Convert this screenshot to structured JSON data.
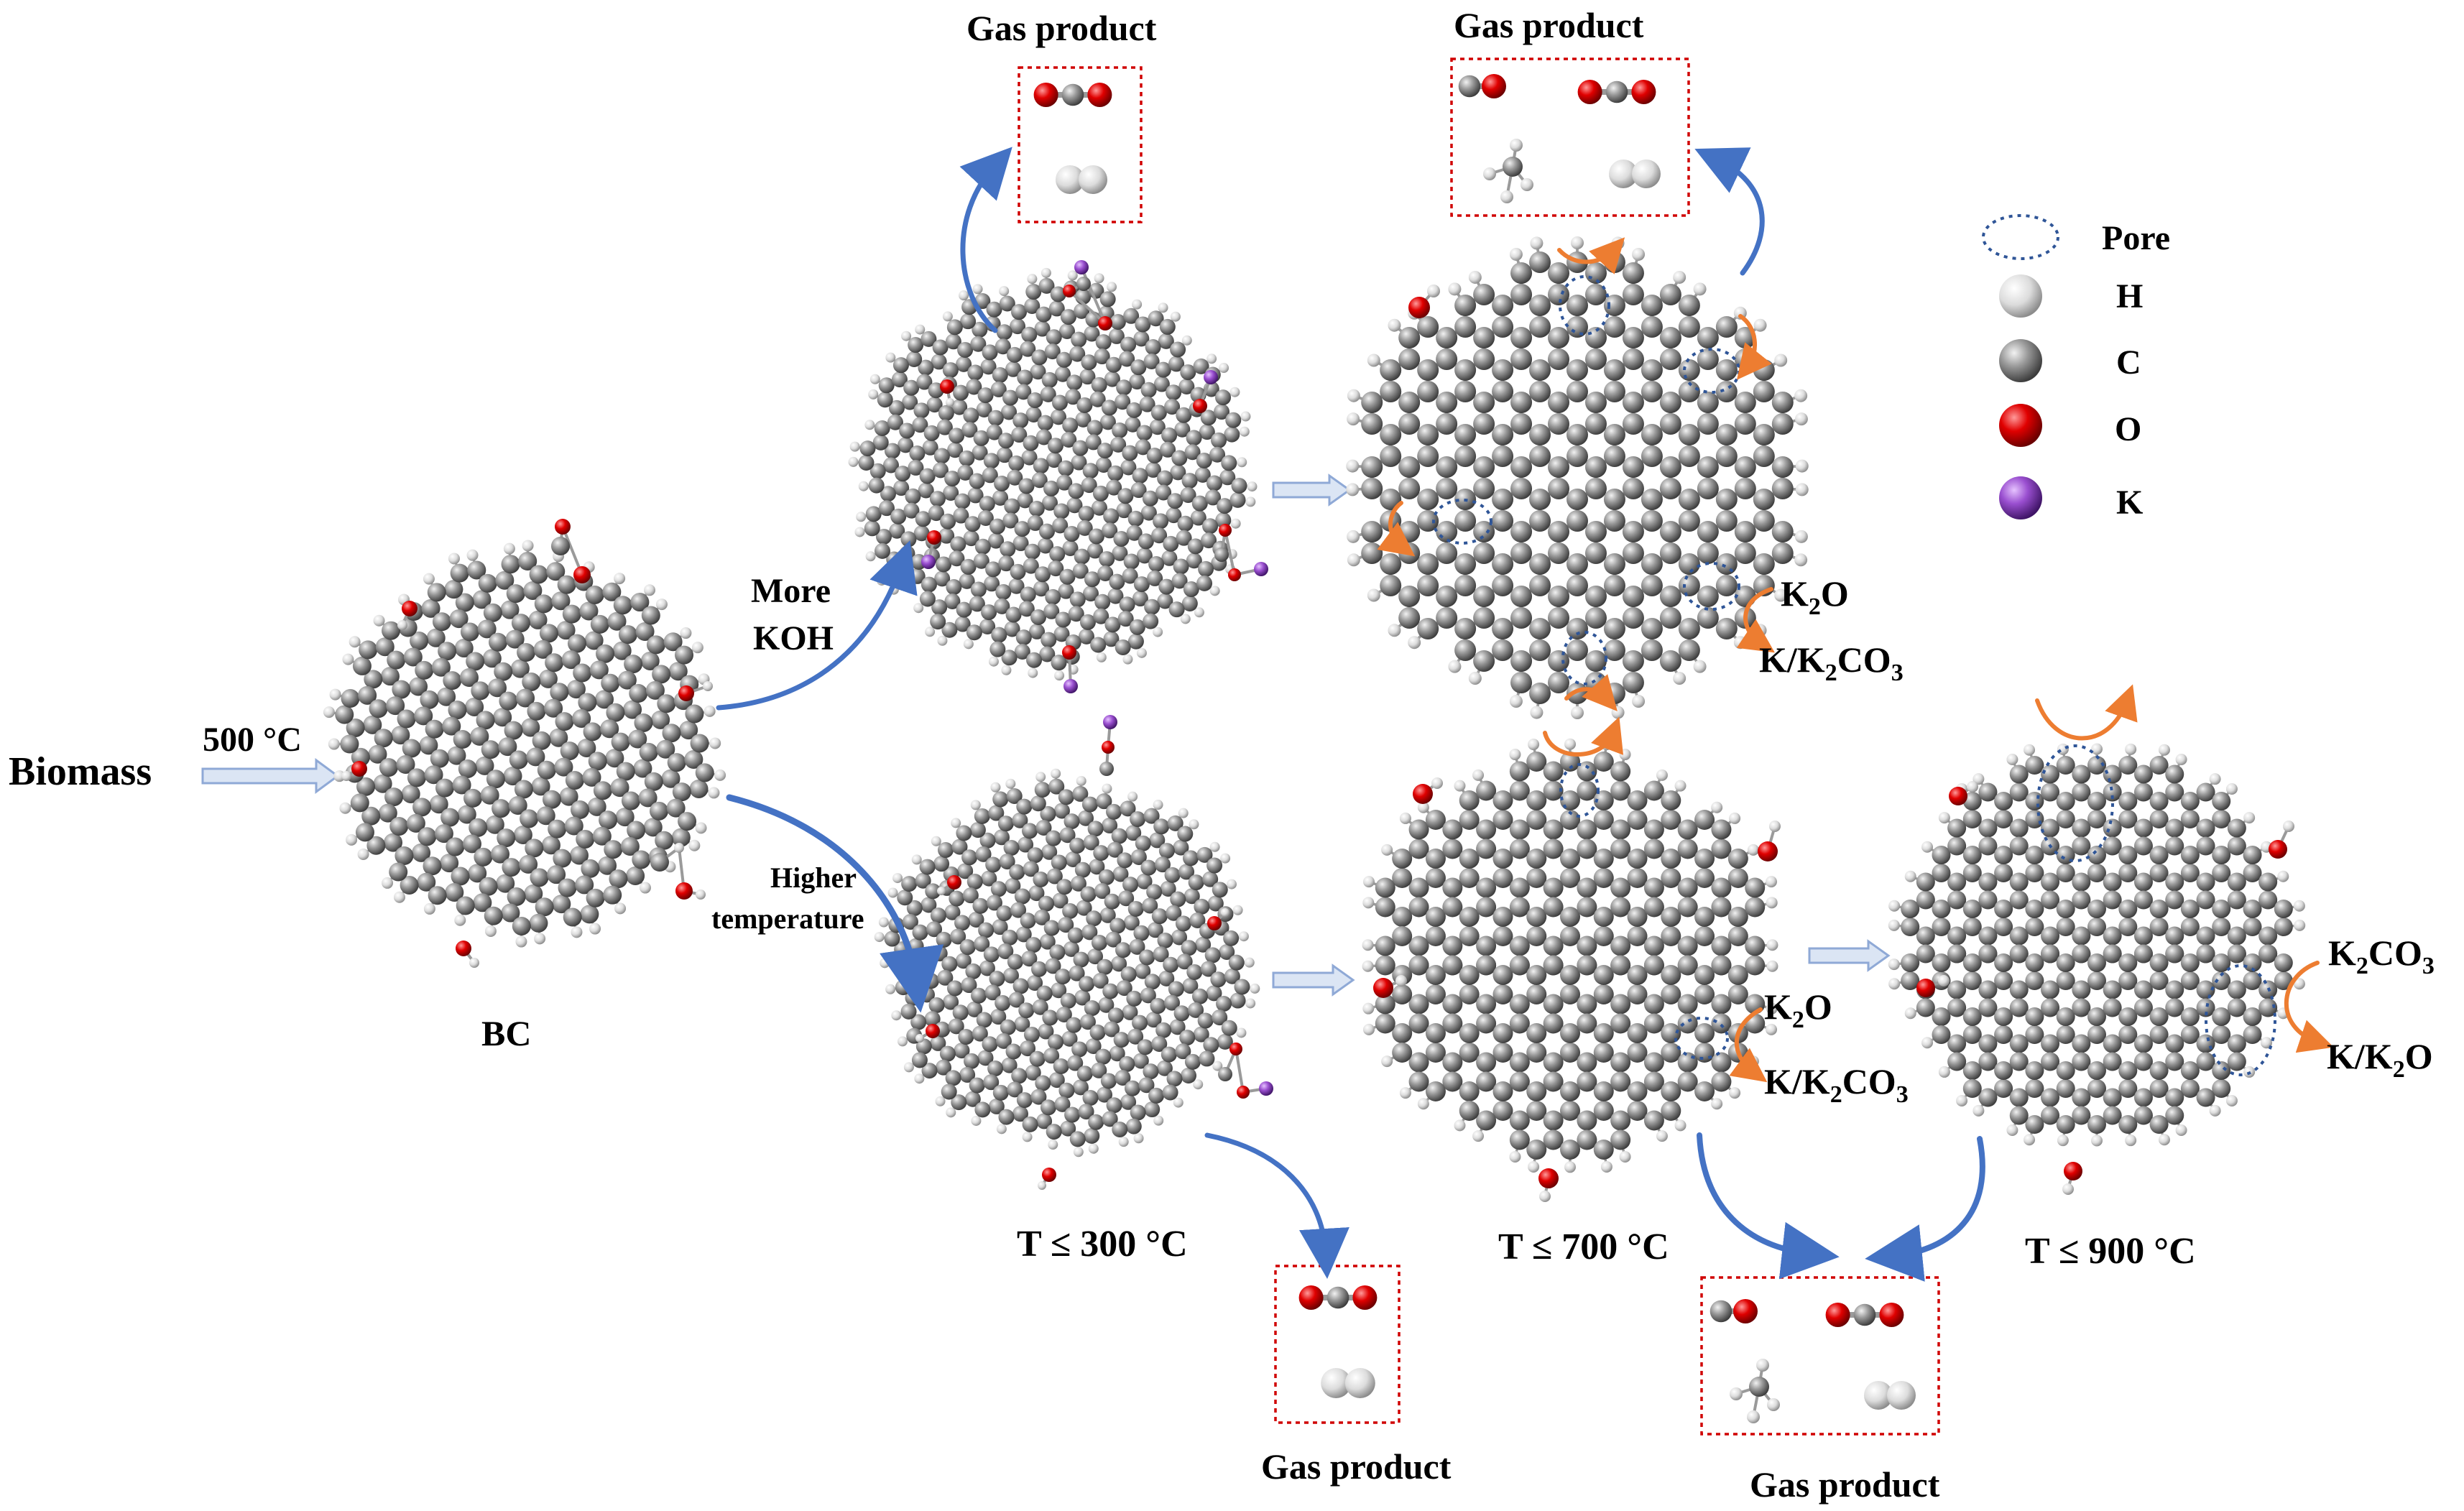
{
  "labels": {
    "biomass": "Biomass",
    "temp500": "500 °C",
    "bc": "BC",
    "more_koh_line1": "More",
    "more_koh_line2": "KOH",
    "higher_temp_line1": "Higher",
    "higher_temp_line2": "temperature",
    "t300": "T ≤ 300 °C",
    "t700": "T ≤ 700 °C",
    "t900": "T ≤ 900 °C",
    "gas_product": "Gas product"
  },
  "reactions": {
    "k2o": "K",
    "k2o_sub": "2",
    "k2o_tail": "O",
    "k_k2co3": "K/K",
    "k_k2co3_sub": "2",
    "k_k2co3_tail": "CO",
    "k_k2co3_sub2": "3",
    "k2co3": "K",
    "k2co3_sub": "2",
    "k2co3_tail": "CO",
    "k2co3_sub2": "3",
    "k_k2o": "K/K",
    "k_k2o_sub": "2",
    "k_k2o_tail": "O"
  },
  "legend": {
    "pore": "Pore",
    "h": "H",
    "c": "C",
    "o": "O",
    "k": "K"
  },
  "colors": {
    "carbon": "#8a8a8a",
    "hydrogen": "#e6e6e6",
    "oxygen": "#d40000",
    "potassium": "#8e3fc0",
    "arrow_blue": "#4472c4",
    "arrow_orange": "#ed7d31",
    "pore_border": "#2f5597",
    "box_border": "#d00000",
    "block_arrow": "#c5d3ea"
  }
}
